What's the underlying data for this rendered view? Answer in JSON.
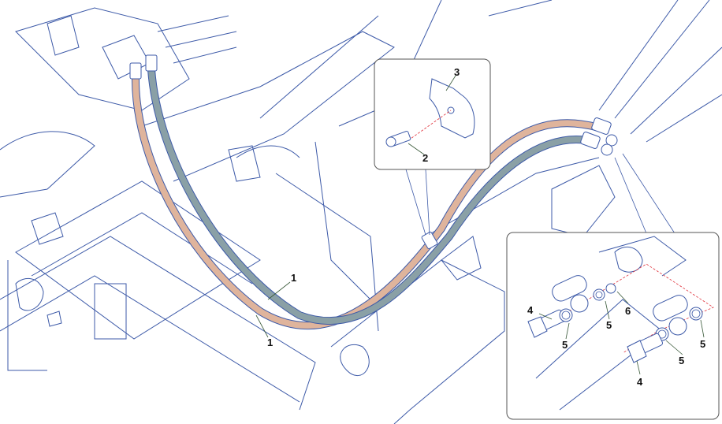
{
  "diagram": {
    "colors": {
      "line": "#3d5aa8",
      "hose_tan": "#dfb49c",
      "hose_grey": "#8aa0a6",
      "leader": "#3a5a3a",
      "axis_dash": "#e0303a"
    },
    "callouts": {
      "hose_upper": "1",
      "hose_lower": "1",
      "screw": "2",
      "clamp": "3",
      "banjo_bolt_left": "4",
      "banjo_bolt_right": "4",
      "washer_a": "5",
      "washer_b": "5",
      "washer_c": "5",
      "washer_d": "5",
      "restrictor": "6"
    }
  }
}
